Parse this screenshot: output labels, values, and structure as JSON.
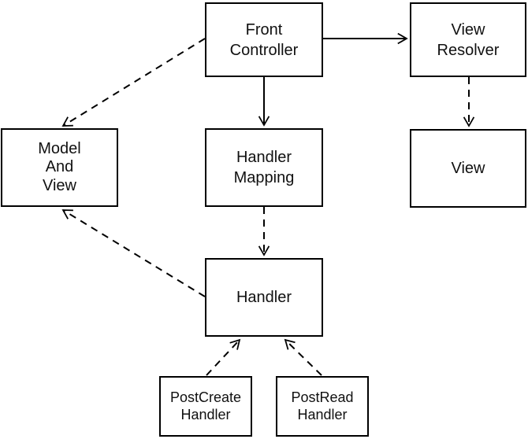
{
  "diagram": {
    "background_color": "#ffffff",
    "line_color": "#000000",
    "text_color": "#111111",
    "nodes": {
      "front_controller": {
        "label": "Front\nController"
      },
      "view_resolver": {
        "label": "View\nResolver"
      },
      "model_and_view": {
        "label": "Model\nAnd\nView"
      },
      "handler_mapping": {
        "label": "Handler\nMapping"
      },
      "view": {
        "label": "View"
      },
      "handler": {
        "label": "Handler"
      },
      "post_create_handler": {
        "label": "PostCreate\nHandler"
      },
      "post_read_handler": {
        "label": "PostRead\nHandler"
      }
    },
    "edges": [
      {
        "from": "Front Controller",
        "to": "View Resolver",
        "line": "solid",
        "arrow_at": "to"
      },
      {
        "from": "Front Controller",
        "to": "Handler Mapping",
        "line": "solid",
        "arrow_at": "to"
      },
      {
        "from": "Front Controller",
        "to": "Model And View",
        "line": "dashed",
        "arrow_at": "to"
      },
      {
        "from": "View Resolver",
        "to": "View",
        "line": "dashed",
        "arrow_at": "to"
      },
      {
        "from": "Handler Mapping",
        "to": "Handler",
        "line": "dashed",
        "arrow_at": "to"
      },
      {
        "from": "Handler",
        "to": "Model And View",
        "line": "dashed",
        "arrow_at": "to"
      },
      {
        "from": "PostCreate Handler",
        "to": "Handler",
        "line": "dashed",
        "arrow_at": "to"
      },
      {
        "from": "PostRead Handler",
        "to": "Handler",
        "line": "dashed",
        "arrow_at": "to"
      }
    ]
  }
}
